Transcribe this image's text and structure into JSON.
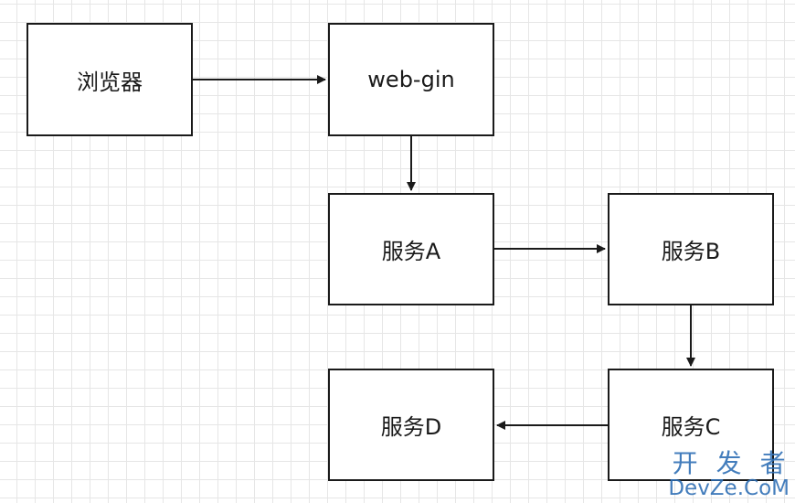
{
  "nodes": {
    "browser": "浏览器",
    "web_gin": "web-gin",
    "service_a": "服务A",
    "service_b": "服务B",
    "service_c": "服务C",
    "service_d": "服务D"
  },
  "edges": [
    {
      "from": "browser",
      "to": "web_gin"
    },
    {
      "from": "web_gin",
      "to": "service_a"
    },
    {
      "from": "service_a",
      "to": "service_b"
    },
    {
      "from": "service_b",
      "to": "service_c"
    },
    {
      "from": "service_c",
      "to": "service_d"
    }
  ],
  "watermark": {
    "line1": "开发者",
    "line2": "DevZe.CoM"
  },
  "colors": {
    "stroke": "#1a1a1a",
    "watermark": "#2f6fb5"
  }
}
